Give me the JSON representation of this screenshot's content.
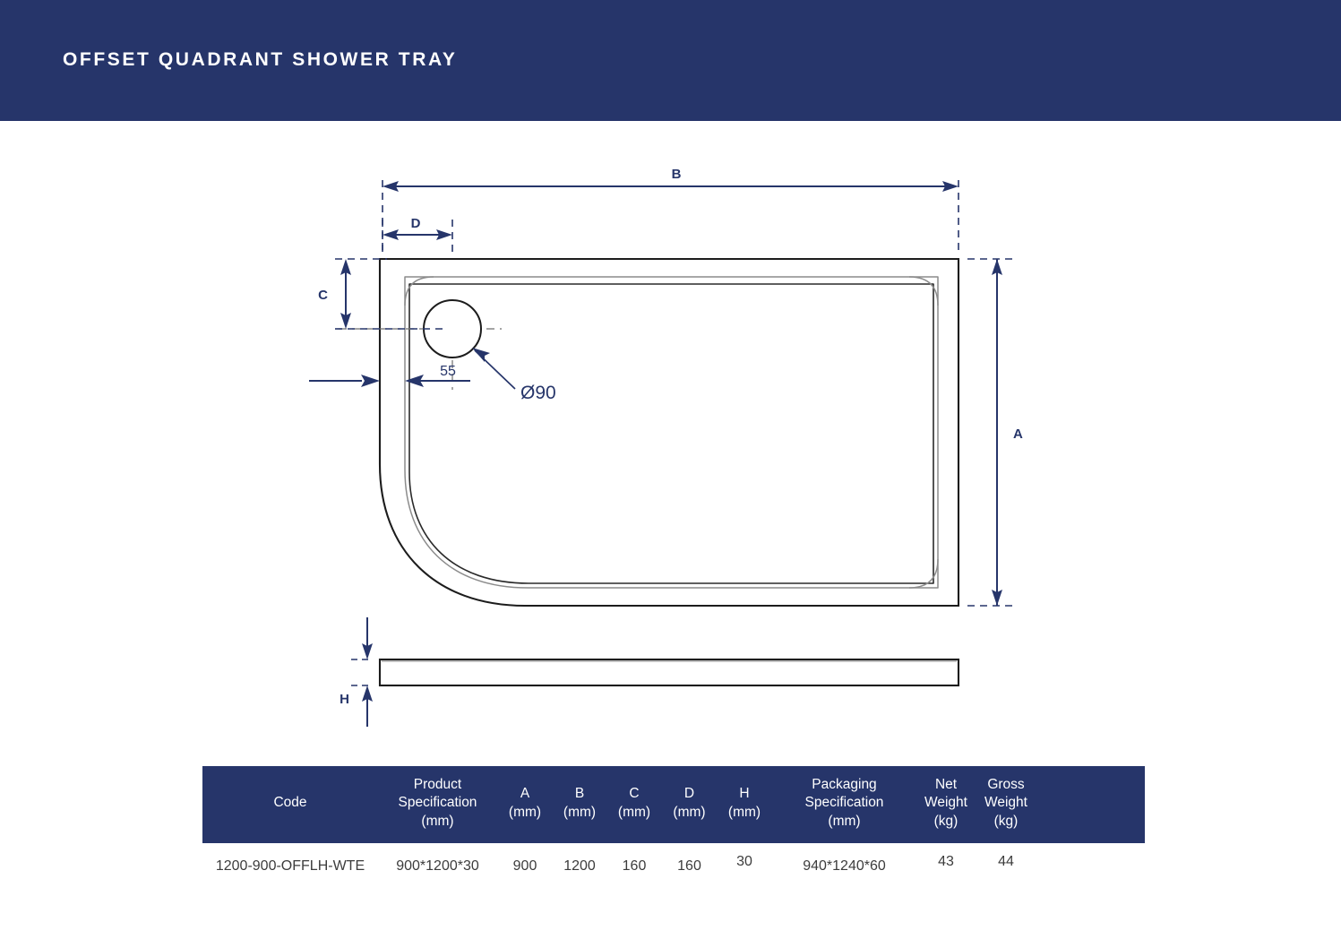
{
  "header": {
    "title": "OFFSET QUADRANT SHOWER TRAY",
    "background_color": "#26356a",
    "text_color": "#ffffff"
  },
  "drawing": {
    "name": "offset-quadrant-shower-tray-technical-drawing",
    "line_color": "#1f1f1f",
    "dimension_color": "#26356a",
    "views": [
      {
        "name": "plan-view",
        "description": "Top-down plan of offset quadrant tray with left-hand curved corner and drain waste hole"
      },
      {
        "name": "section-view",
        "description": "Thin side profile section showing tray height"
      }
    ],
    "labels": {
      "dim_a": "A",
      "dim_b": "B",
      "dim_c": "C",
      "dim_d": "D",
      "dim_h": "H",
      "waste_offset": "55",
      "waste_diameter": "Ø90"
    }
  },
  "table": {
    "name": "product-specification-table",
    "header_background": "#26356a",
    "columns": [
      {
        "key": "code",
        "lines": [
          "Code"
        ]
      },
      {
        "key": "product",
        "lines": [
          "Product",
          "Specification",
          "(mm)"
        ]
      },
      {
        "key": "a",
        "lines": [
          "A",
          "(mm)"
        ]
      },
      {
        "key": "b",
        "lines": [
          "B",
          "(mm)"
        ]
      },
      {
        "key": "c",
        "lines": [
          "C",
          "(mm)"
        ]
      },
      {
        "key": "d",
        "lines": [
          "D",
          "(mm)"
        ]
      },
      {
        "key": "h",
        "lines": [
          "H",
          "(mm)"
        ]
      },
      {
        "key": "pack",
        "lines": [
          "Packaging",
          "Specification",
          "(mm)"
        ]
      },
      {
        "key": "net",
        "lines": [
          "Net",
          "Weight",
          "(kg)"
        ]
      },
      {
        "key": "gross",
        "lines": [
          "Gross",
          "Weight",
          "(kg)"
        ]
      },
      {
        "key": "blank",
        "lines": [
          ""
        ]
      }
    ],
    "rows": [
      {
        "code": "1200-900-OFFLH-WTE",
        "product": "900*1200*30",
        "a": "900",
        "b": "1200",
        "c": "160",
        "d": "160",
        "h": "30",
        "pack": "940*1240*60",
        "net": "43",
        "gross": "44",
        "blank": ""
      }
    ]
  }
}
